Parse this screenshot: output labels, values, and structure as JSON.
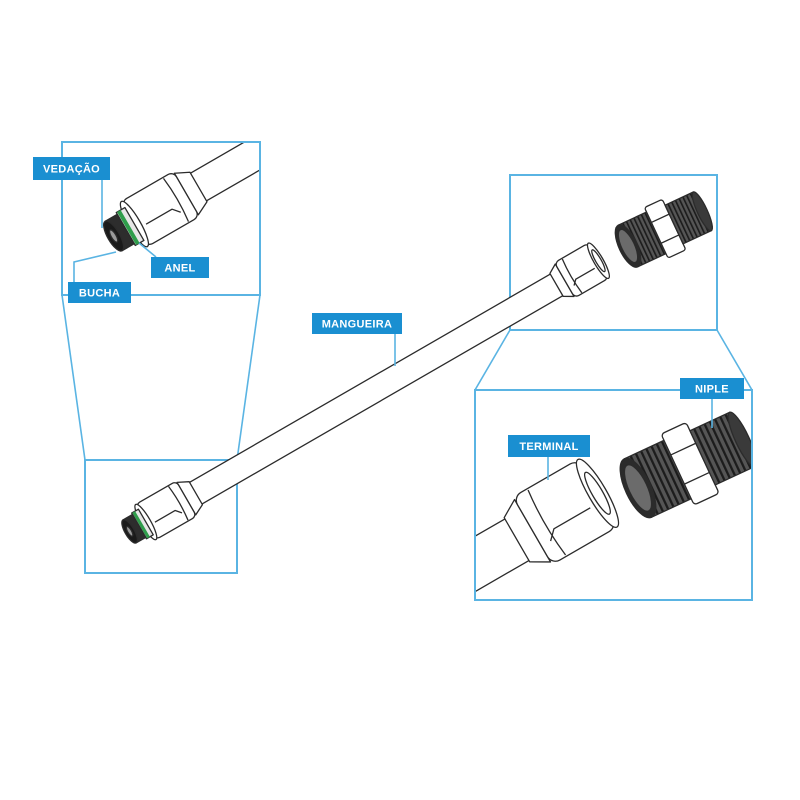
{
  "labels": {
    "vedacao": "VEDAÇÃO",
    "anel": "ANEL",
    "bucha": "BUCHA",
    "mangueira": "MANGUEIRA",
    "terminal": "TERMINAL",
    "niple": "NIPLE"
  },
  "colors": {
    "label_fill": "#1a8fd1",
    "frame": "#5ab4e3",
    "seal_ring": "#2f9d4b"
  }
}
